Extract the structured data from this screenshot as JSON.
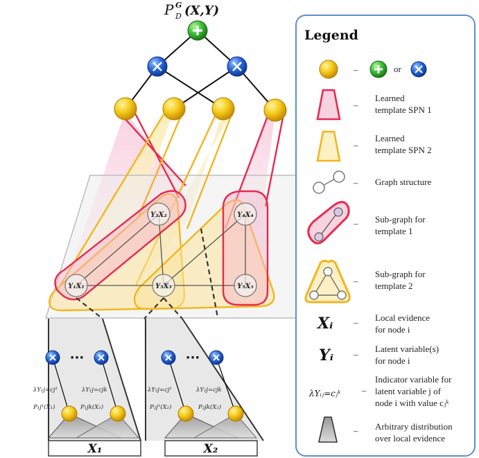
{
  "figure": {
    "root_label": "P_D^G(X,Y)",
    "root_label_main": "P",
    "root_label_sub": "D",
    "root_label_sup": "G",
    "root_label_args": "(X,Y)"
  },
  "graph_nodes": {
    "n2": "Y₂X₂",
    "n4": "Y₄X₄",
    "n1": "Y₁X₁",
    "n3": "Y₃X₃",
    "n5": "Y₅X₅"
  },
  "bottom_left": {
    "lambda_left": "λY₁j=cj¹",
    "lambda_right": "λY₁j=cjk",
    "p_left": "P₁j¹(X₁)",
    "p_right": "P₁jk(X₁)",
    "dots": "···",
    "box_label": "X₁"
  },
  "bottom_right": {
    "lambda_left": "λY₂j=cj¹",
    "lambda_right": "λY₂j=cjk",
    "p_left": "P₂j¹(X₂)",
    "p_right": "P₂jk(X₂)",
    "dots": "···",
    "box_label": "X₂"
  },
  "legend": {
    "title": "Legend",
    "or_text": "or",
    "items": [
      {
        "text": "",
        "icon": "yellow-node-icon"
      },
      {
        "text": "Learned\ntemplate SPN 1",
        "line1": "Learned",
        "line2": "template SPN 1",
        "icon": "template-spn-1-icon"
      },
      {
        "text": "Learned\ntemplate SPN 2",
        "line1": "Learned",
        "line2": "template SPN 2",
        "icon": "template-spn-2-icon"
      },
      {
        "text": "Graph structure",
        "line1": "Graph structure",
        "line2": "",
        "icon": "graph-structure-icon"
      },
      {
        "text": "Sub-graph for\ntemplate 1",
        "line1": "Sub-graph for",
        "line2": "template 1",
        "icon": "subgraph-template-1-icon"
      },
      {
        "text": "Sub-graph for\ntemplate 2",
        "line1": "Sub-graph for",
        "line2": "template 2",
        "icon": "subgraph-template-2-icon"
      },
      {
        "symbol": "Xᵢ",
        "line1": "Local evidence",
        "line2": "for node i",
        "icon": "x-symbol"
      },
      {
        "symbol": "Yᵢ",
        "line1": "Latent variable(s)",
        "line2": "for node i",
        "icon": "y-symbol"
      },
      {
        "symbol": "λYᵢⱼ=cⱼᵏ",
        "line1": "Indicator variable for",
        "line2": "latent variable j of",
        "line3": "node i with value cⱼᵏ",
        "icon": "lambda-symbol"
      },
      {
        "text": "Arbitrary distribution\nover local evidence",
        "line1": "Arbitrary distribution",
        "line2": "over local evidence",
        "icon": "arbitrary-distribution-icon"
      }
    ],
    "dash": "–"
  },
  "colors": {
    "template1_stroke": "#e8294e",
    "template1_fill": "#f6b3cd",
    "template2_stroke": "#f2b51e",
    "template2_fill": "#fbe39a",
    "sum_green": "#36b832",
    "product_blue": "#1f5fd6",
    "leaf_yellow": "#f4c41a",
    "legend_border": "#5b8fcf"
  }
}
